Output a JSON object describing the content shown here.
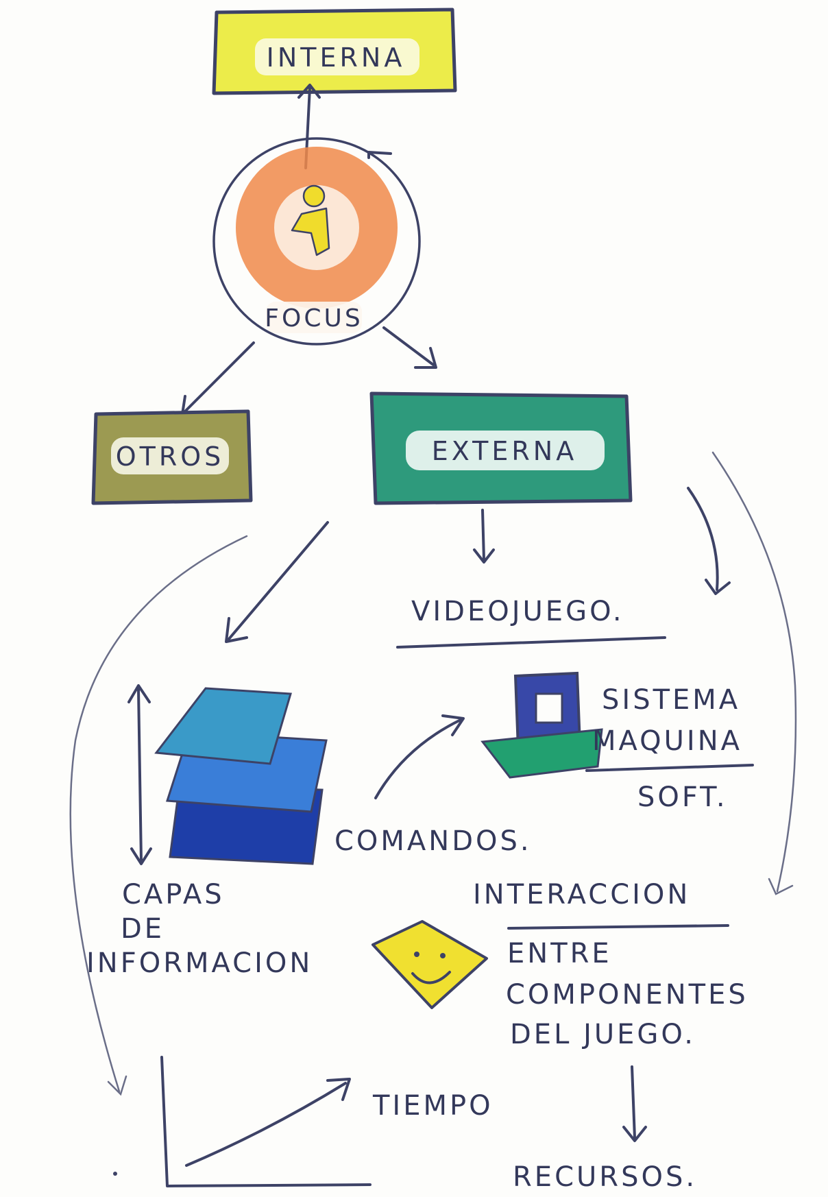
{
  "nodes": {
    "interna": "INTERNA",
    "focus": "FOCUS",
    "otros": "OTROS",
    "externa": "EXTERNA",
    "videojuego": "VIDEOJUEGO.",
    "sistema": "SISTEMA",
    "maquina": "MAQUINA",
    "soft": "SOFT.",
    "comandos": "COMANDOS.",
    "capas_line1": "CAPAS",
    "capas_line2": "DE",
    "capas_line3": "INFORMACION",
    "interaccion": "INTERACCION",
    "entre_line1": "ENTRE",
    "entre_line2": "COMPONENTES",
    "entre_line3": "DEL JUEGO.",
    "tiempo": "TIEMPO",
    "recursos": "RECURSOS."
  },
  "colors": {
    "interna_fill": "#ecec4a",
    "otros_fill": "#9c9a52",
    "externa_fill": "#2e9a7c",
    "focus_glow": "#f08a4a",
    "figure": "#f0dc2c",
    "layer_top": "#3a9ac8",
    "layer_mid": "#3a7ed8",
    "layer_bottom": "#1e3ea8",
    "monitor": "#3848a8",
    "keyboard": "#22a070",
    "face": "#f0e030",
    "ink": "#33385a"
  }
}
